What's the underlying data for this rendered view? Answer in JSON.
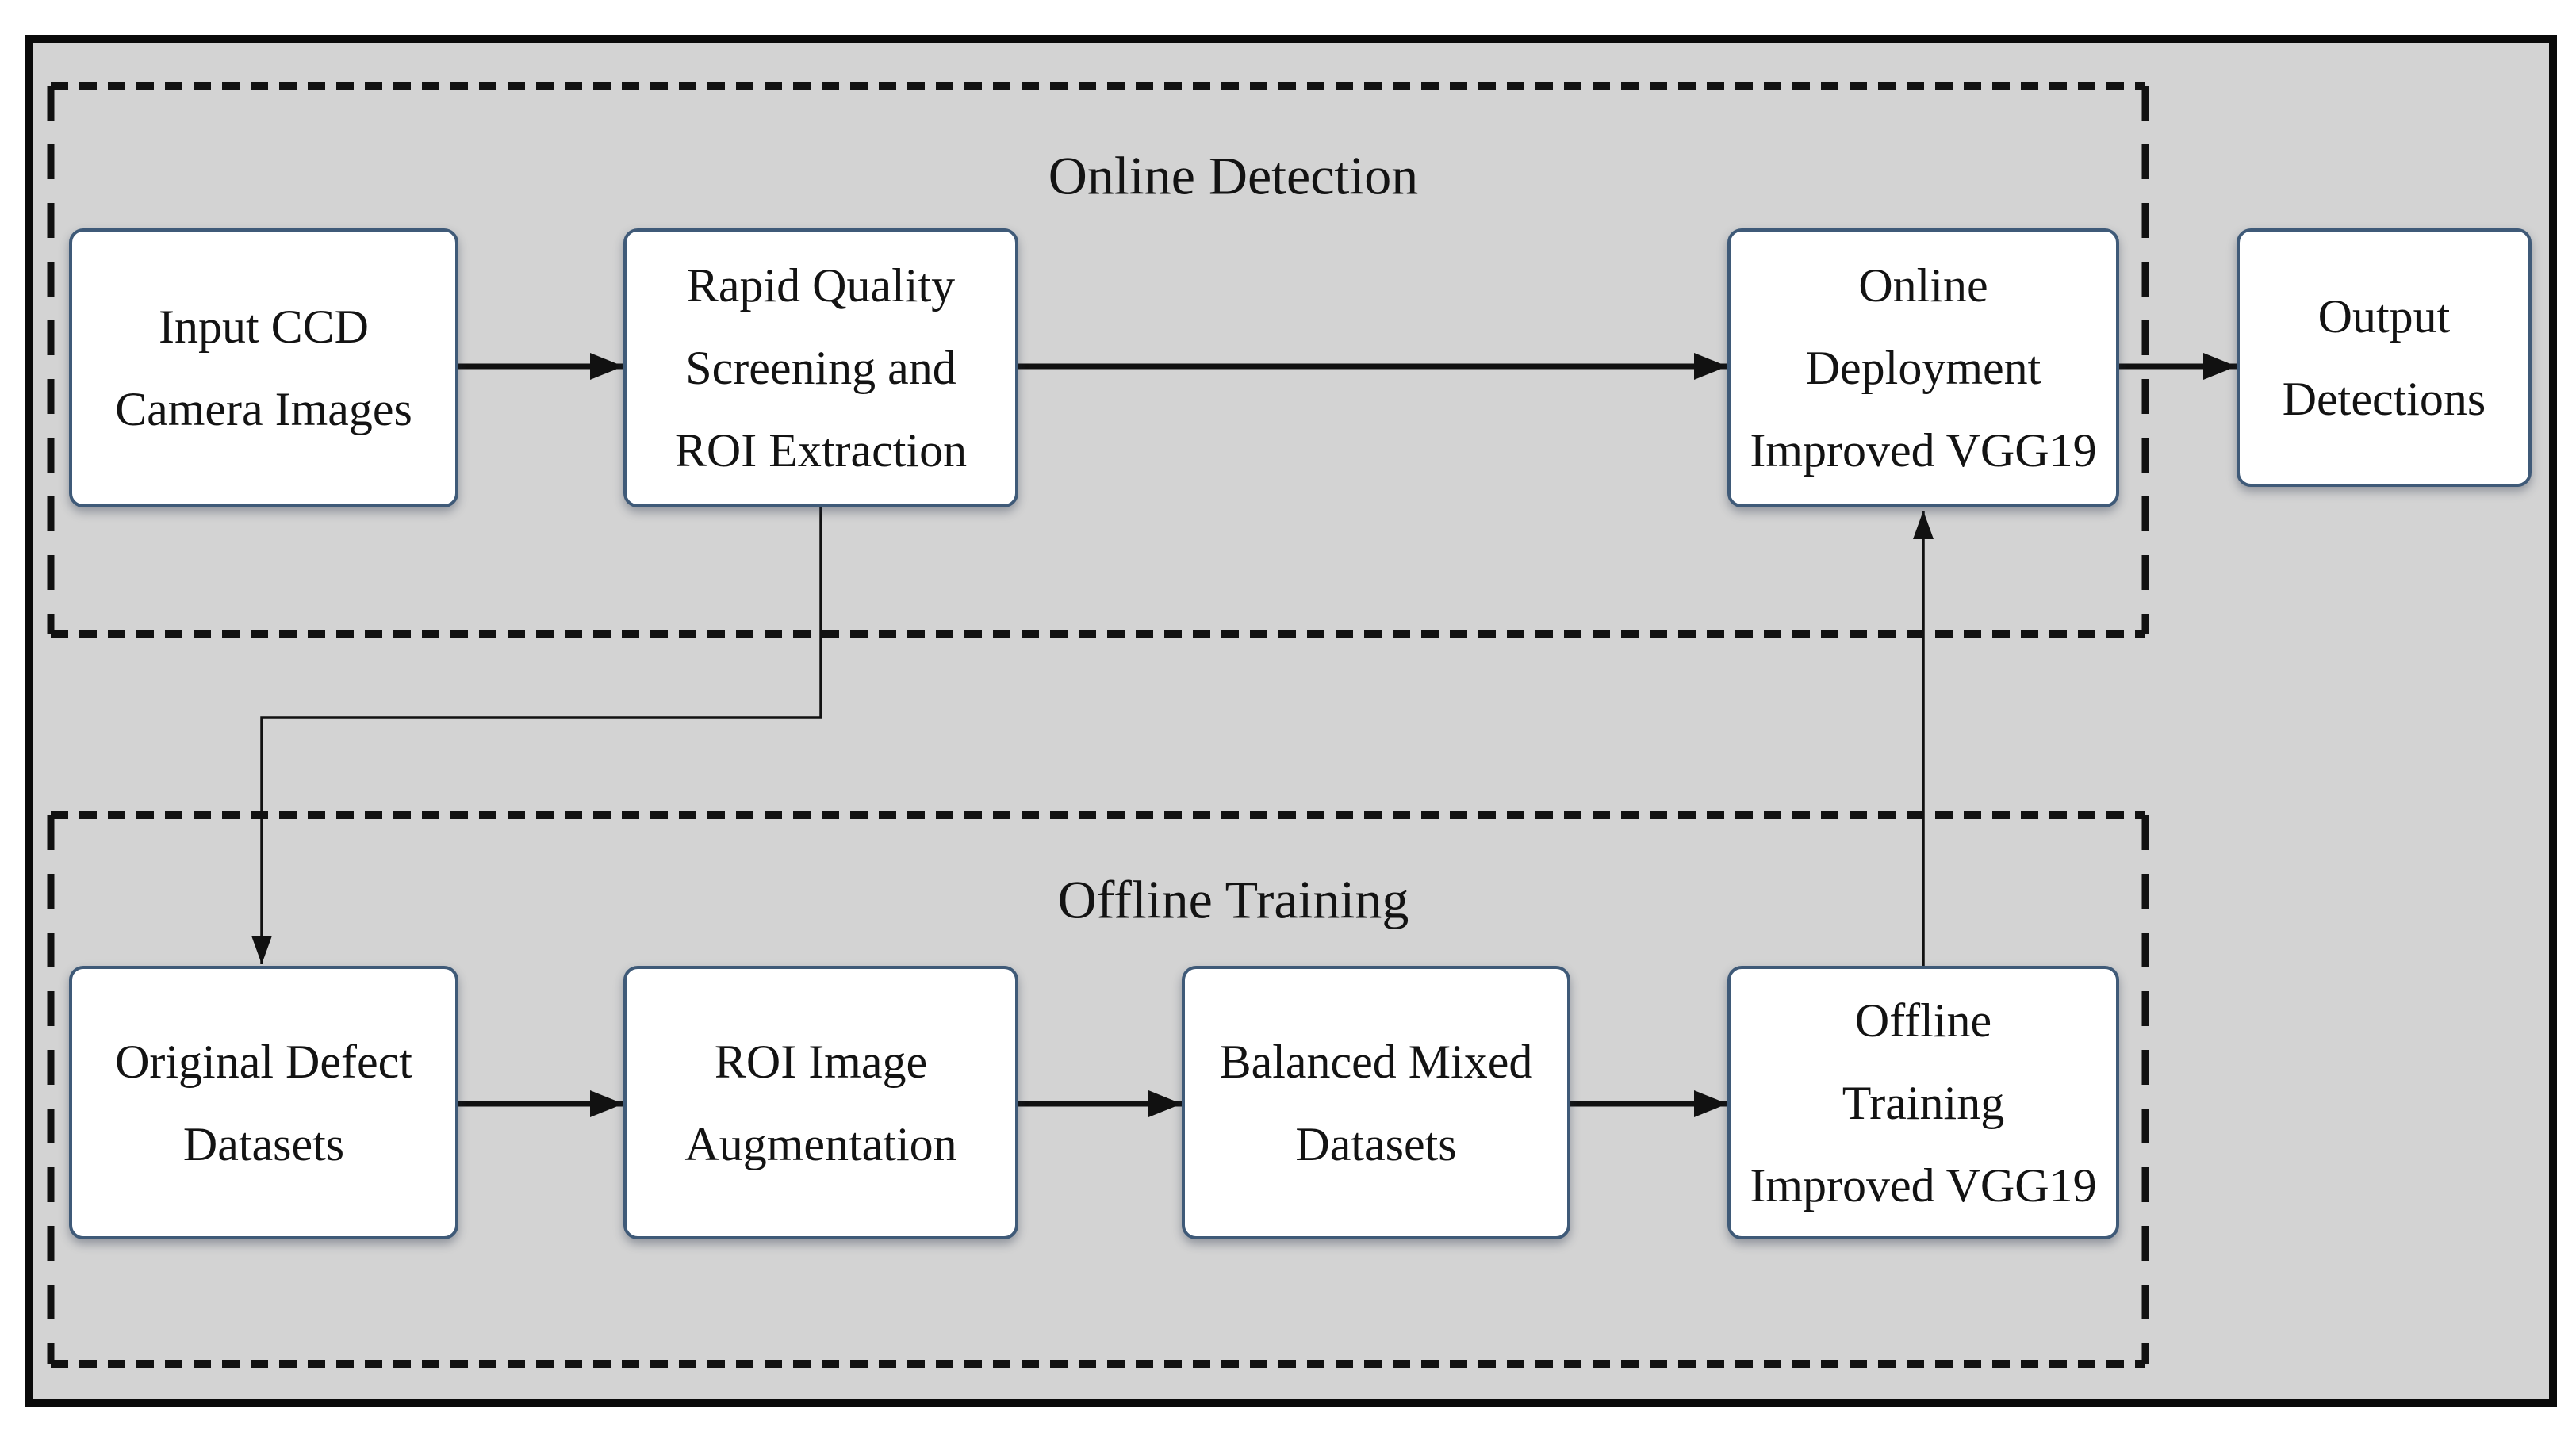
{
  "figure": {
    "type": "flowchart",
    "description": "Two-stage defect detection pipeline flowchart"
  },
  "colors": {
    "canvas-bg": "#d3d3d3",
    "frame-border": "#0a0a0a",
    "box-border": "#3f5a78",
    "box-fill": "#ffffff",
    "line-color": "#111111",
    "text-color": "#131313"
  },
  "diagram": {
    "regions": [
      {
        "id": "online-detection",
        "label": "Online Detection",
        "border_style": "dashed"
      },
      {
        "id": "offline-training",
        "label": "Offline Training",
        "border_style": "dashed"
      }
    ],
    "nodes": [
      {
        "id": "input-ccd-camera-images",
        "region": "online-detection",
        "label": "Input CCD\nCamera Images"
      },
      {
        "id": "rapid-quality-screening",
        "region": "online-detection",
        "label": "Rapid Quality\nScreening and\nROI Extraction"
      },
      {
        "id": "online-deployment-vgg19",
        "region": "online-detection",
        "label": "Online\nDeployment\nImproved VGG19"
      },
      {
        "id": "output-detections",
        "region": "outside",
        "label": "Output\nDetections"
      },
      {
        "id": "original-defect-datasets",
        "region": "offline-training",
        "label": "Original Defect\nDatasets"
      },
      {
        "id": "roi-image-augmentation",
        "region": "offline-training",
        "label": "ROI Image\nAugmentation"
      },
      {
        "id": "balanced-mixed-datasets",
        "region": "offline-training",
        "label": "Balanced Mixed\nDatasets"
      },
      {
        "id": "offline-training-vgg19",
        "region": "offline-training",
        "label": "Offline\nTraining\nImproved VGG19"
      }
    ],
    "edges": [
      {
        "from": "input-ccd-camera-images",
        "to": "rapid-quality-screening",
        "style": "thick"
      },
      {
        "from": "rapid-quality-screening",
        "to": "online-deployment-vgg19",
        "style": "thick"
      },
      {
        "from": "online-deployment-vgg19",
        "to": "output-detections",
        "style": "thick"
      },
      {
        "from": "rapid-quality-screening",
        "to": "original-defect-datasets",
        "style": "thin-elbow"
      },
      {
        "from": "original-defect-datasets",
        "to": "roi-image-augmentation",
        "style": "thick"
      },
      {
        "from": "roi-image-augmentation",
        "to": "balanced-mixed-datasets",
        "style": "thick"
      },
      {
        "from": "balanced-mixed-datasets",
        "to": "offline-training-vgg19",
        "style": "thick"
      },
      {
        "from": "offline-training-vgg19",
        "to": "online-deployment-vgg19",
        "style": "thin-up"
      }
    ]
  }
}
